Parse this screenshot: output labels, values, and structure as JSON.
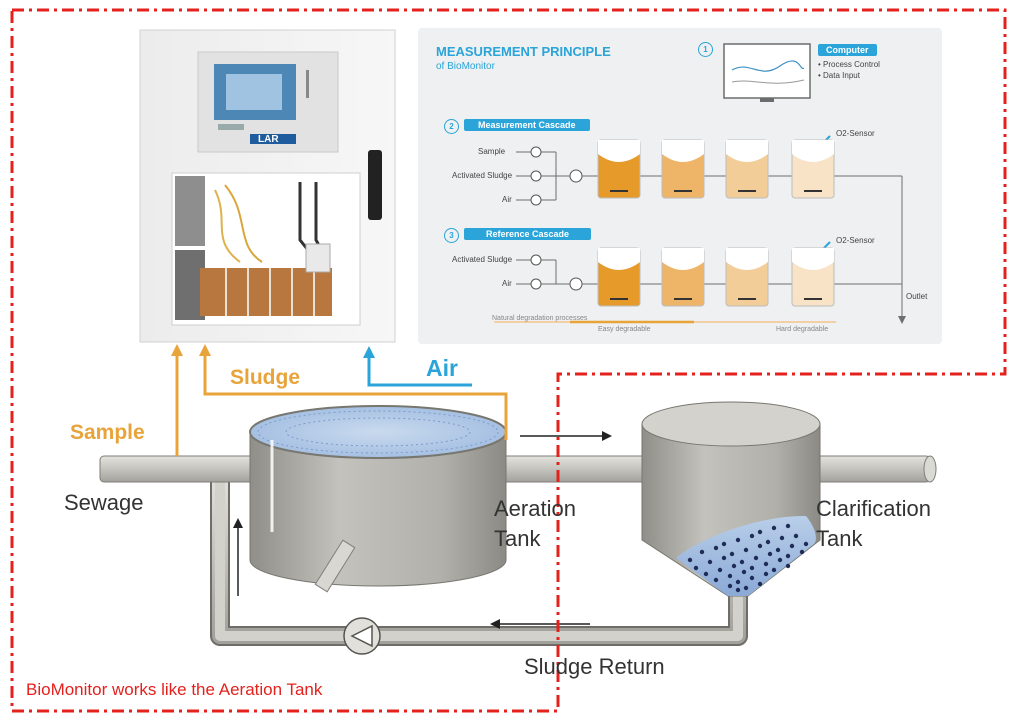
{
  "machine": {
    "brand": "LAR"
  },
  "principle": {
    "title": "MEASUREMENT PRINCIPLE",
    "subtitle": "of BioMonitor",
    "computer": {
      "number": "1",
      "label": "Computer",
      "bullets": [
        "• Process Control",
        "• Data Input"
      ]
    },
    "measurement": {
      "number": "2",
      "label": "Measurement Cascade",
      "inputs": [
        "Sample",
        "Activated Sludge",
        "Air"
      ],
      "sensor": "O2-Sensor"
    },
    "reference": {
      "number": "3",
      "label": "Reference Cascade",
      "inputs": [
        "Activated Sludge",
        "Air"
      ],
      "sensor": "O2-Sensor"
    },
    "outlet": "Outlet",
    "degradation": {
      "label": "Natural degradation processes",
      "easy": "Easy degradable",
      "hard": "Hard degradable"
    },
    "tank_fill_colors": [
      "#e59a2a",
      "#eeb468",
      "#f3cd98",
      "#f8e3c6"
    ]
  },
  "flows": {
    "sample": "Sample",
    "sludge": "Sludge",
    "air": "Air"
  },
  "plant": {
    "sewage": "Sewage",
    "aeration_tank": [
      "Aeration",
      "Tank"
    ],
    "clarification_tank": [
      "Clarification",
      "Tank"
    ],
    "sludge_return": "Sludge Return"
  },
  "caption": "BioMonitor works like the Aeration Tank",
  "colors": {
    "orange": "#e8a43a",
    "blue": "#2aa4d9",
    "red": "#e5211d",
    "pipe": "#c6c5bf",
    "water": "#a9c3e0"
  }
}
